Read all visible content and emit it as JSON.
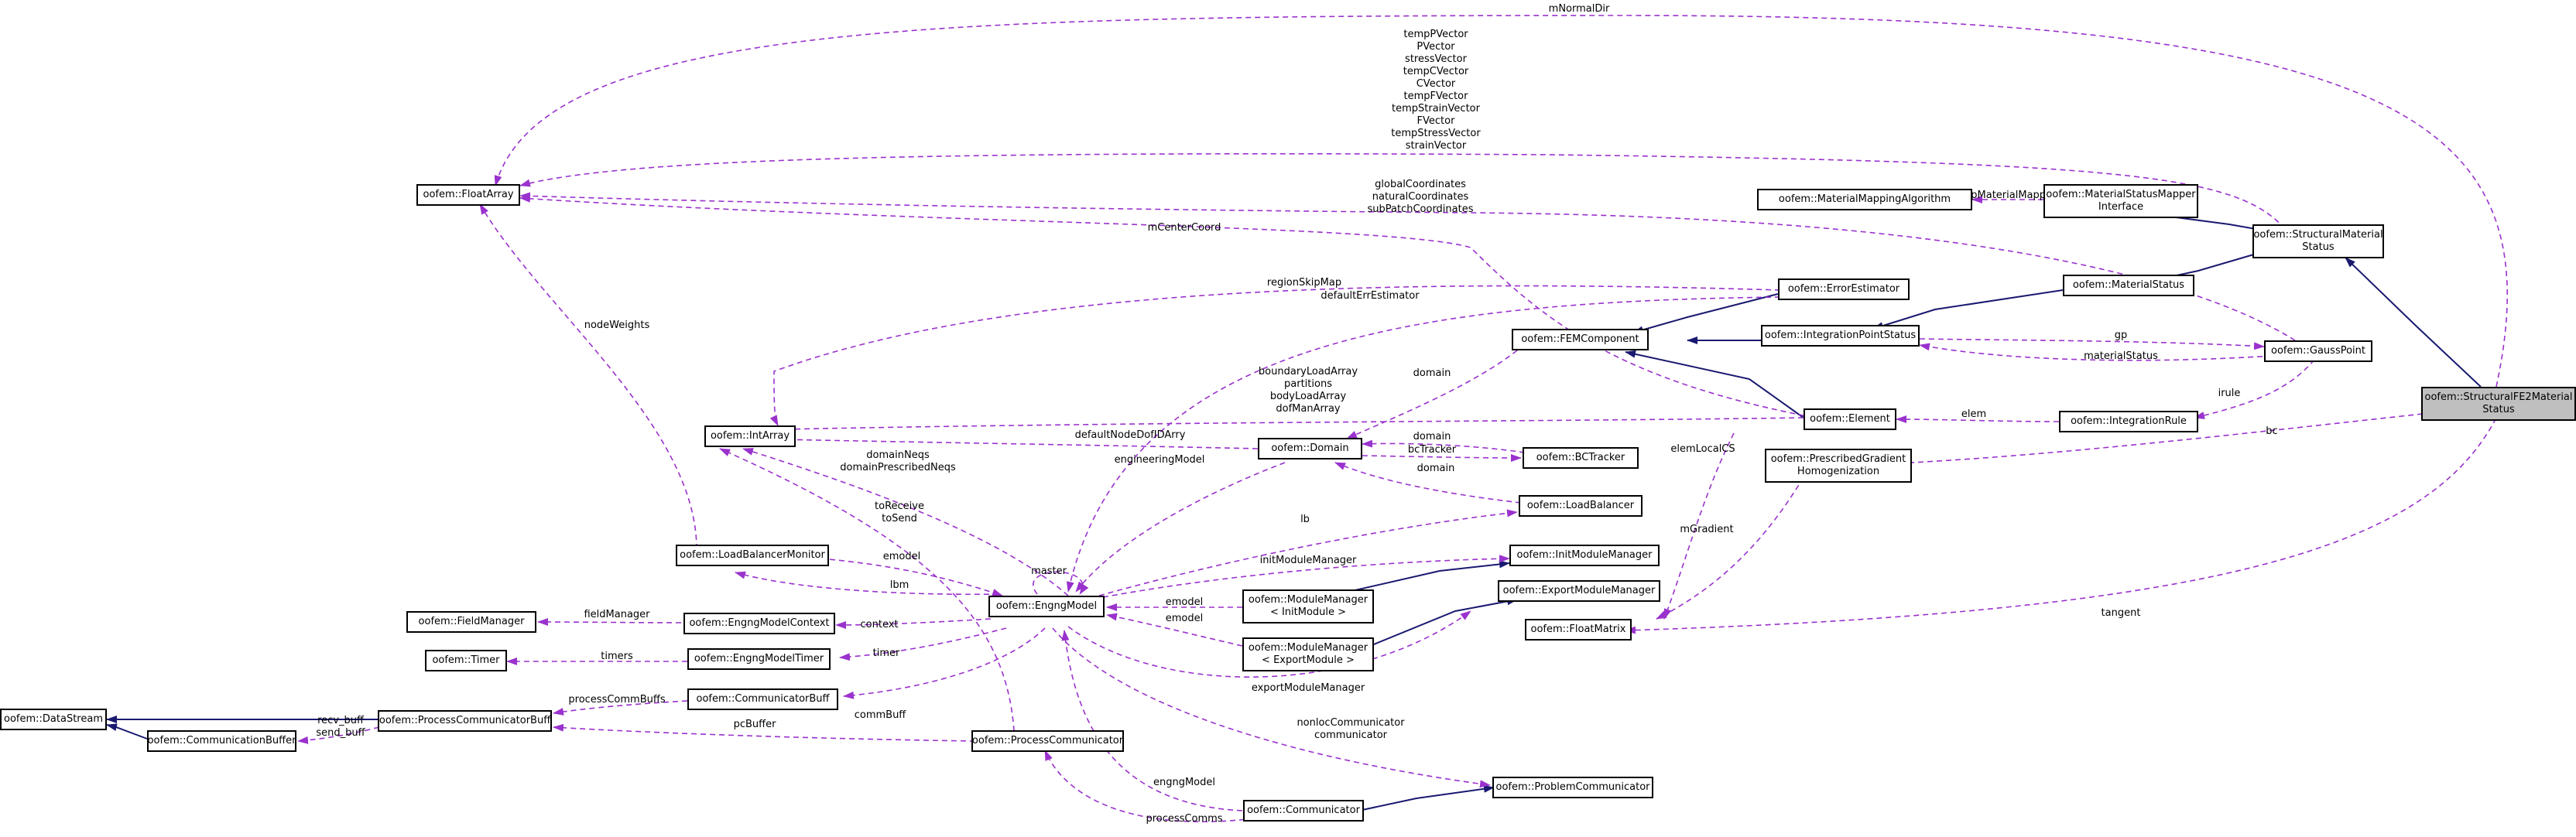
{
  "nodes": {
    "floatarray": "oofem::FloatArray",
    "intarray": "oofem::IntArray",
    "lbmonitor": "oofem::LoadBalancerMonitor",
    "fieldmanager": "oofem::FieldManager",
    "timer": "oofem::Timer",
    "datastream": "oofem::DataStream",
    "commbuffer": "oofem::CommunicationBuffer",
    "pcbuff": "oofem::ProcessCommunicatorBuff",
    "emcontext": "oofem::EngngModelContext",
    "emtimer": "oofem::EngngModelTimer",
    "commbuff": "oofem::CommunicatorBuff",
    "engngmodel": "oofem::EngngModel",
    "processcomm": "oofem::ProcessCommunicator",
    "communicator": "oofem::Communicator",
    "mminit_1": "oofem::ModuleManager",
    "mminit_2": "< InitModule >",
    "mmexport_1": "oofem::ModuleManager",
    "mmexport_2": "< ExportModule >",
    "domain": "oofem::Domain",
    "bctracker": "oofem::BCTracker",
    "loadbalancer": "oofem::LoadBalancer",
    "initmm": "oofem::InitModuleManager",
    "exportmm": "oofem::ExportModuleManager",
    "problemcomm": "oofem::ProblemCommunicator",
    "errorestimator": "oofem::ErrorEstimator",
    "femcomponent": "oofem::FEMComponent",
    "ipstatus": "oofem::IntegrationPointStatus",
    "materialstatus": "oofem::MaterialStatus",
    "element": "oofem::Element",
    "pgh_1": "oofem::PrescribedGradient",
    "pgh_2": "Homogenization",
    "floatmatrix": "oofem::FloatMatrix",
    "integrationrule": "oofem::IntegrationRule",
    "gausspoint": "oofem::GaussPoint",
    "structms_1": "oofem::StructuralMaterial",
    "structms_2": "Status",
    "mmsmi_1": "oofem::MaterialStatusMapper",
    "mmsmi_2": "Interface",
    "mmalgo": "oofem::MaterialMappingAlgorithm",
    "sfe2_1": "oofem::StructuralFE2Material",
    "sfe2_2": "Status"
  },
  "labels": {
    "mNormalDir": "mNormalDir",
    "vectors": [
      "tempPVector",
      "PVector",
      "stressVector",
      "tempCVector",
      "CVector",
      "tempFVector",
      "tempStrainVector",
      "FVector",
      "tempStressVector",
      "strainVector"
    ],
    "coords": [
      "globalCoordinates",
      "naturalCoordinates",
      "subPatchCoordinates"
    ],
    "mCenterCoord": "mCenterCoord",
    "mpMaterialMapper": "mpMaterialMapper",
    "regionSkipMap": "regionSkipMap",
    "defaultErrEstimator": "defaultErrEstimator",
    "nodeWeights": "nodeWeights",
    "domain_fem": "domain",
    "elemArrays": [
      "boundaryLoadArray",
      "partitions",
      "bodyLoadArray",
      "dofManArray"
    ],
    "gp": "gp",
    "materialStatus": "materialStatus",
    "irule": "irule",
    "elem": "elem",
    "bc": "bc",
    "defaultNodeDofIDArry": "defaultNodeDofIDArry",
    "domain_bc": "domain",
    "bcTracker": "bcTracker",
    "domain_lb": "domain",
    "elemLocalCS": "elemLocalCS",
    "domainNeqs": [
      "domainNeqs",
      "domainPrescribedNeqs"
    ],
    "engineeringModel": "engineeringModel",
    "lb": "lb",
    "toRecvSend": [
      "toReceive",
      "toSend"
    ],
    "mGradient": "mGradient",
    "emodel_lbm": "emodel",
    "master": "master",
    "lbm": "lbm",
    "initModuleManager": "initModuleManager",
    "fieldManager": "fieldManager",
    "context": "context",
    "emodel_init": "emodel",
    "emodel_export": "emodel",
    "tangent": "tangent",
    "timers": "timers",
    "timer": "timer",
    "exportModuleManager": "exportModuleManager",
    "processCommBuffs": "processCommBuffs",
    "commBuff": "commBuff",
    "recvsend": [
      "recv_buff",
      "send_buff"
    ],
    "pcBuffer": "pcBuffer",
    "nonlocComm": [
      "nonlocCommunicator",
      "communicator"
    ],
    "engngModel": "engngModel",
    "processComms": "processComms"
  },
  "colors": {
    "inheritance": "#191970",
    "usage": "#9a32cd",
    "highlight": "#bfbfbf"
  }
}
